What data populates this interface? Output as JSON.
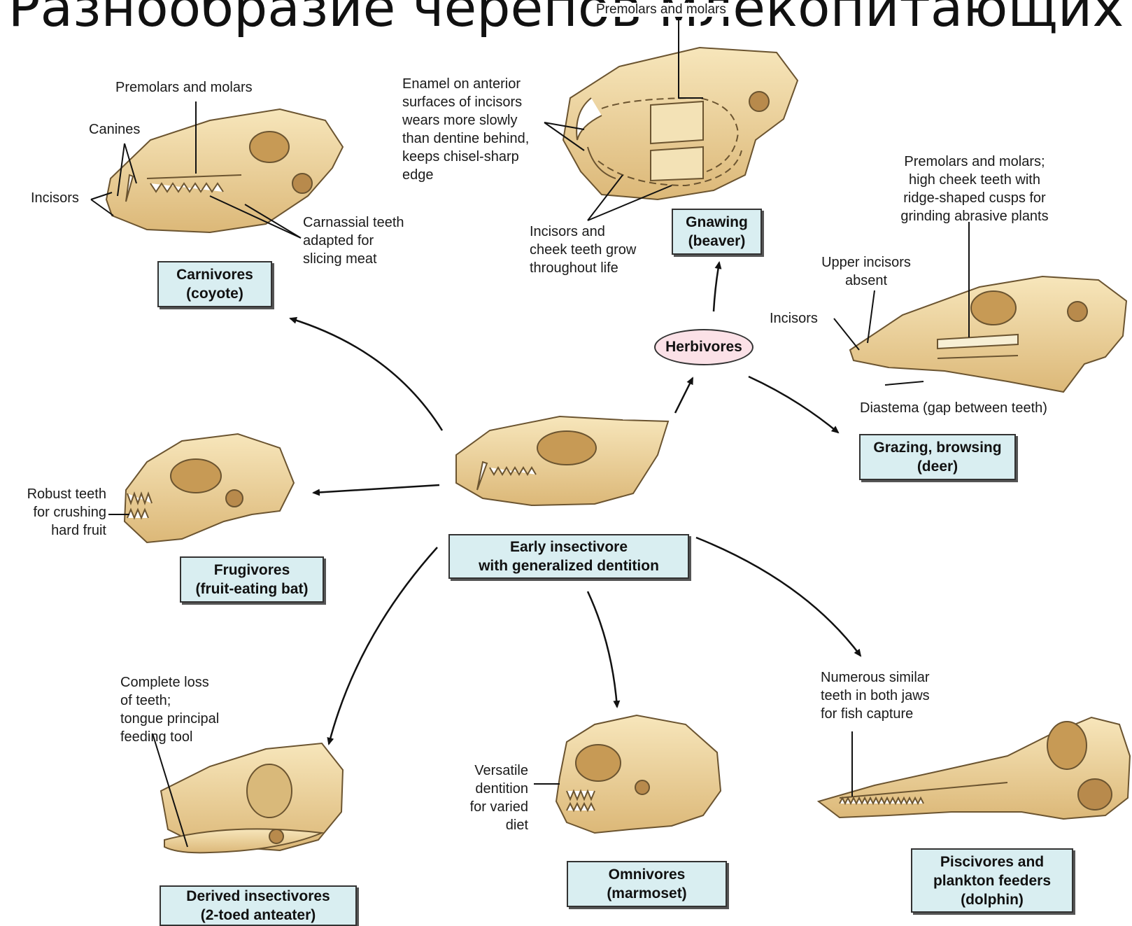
{
  "title": "Разнообразие черепов млекопитающих",
  "colors": {
    "box_fill": "#d9eef1",
    "oval_fill": "#fbe1e7",
    "bone": "#f0d9a4",
    "bone_shade": "#d8b371"
  },
  "nodes": {
    "center": "Early insectivore\nwith generalized dentition",
    "herbivores": "Herbivores",
    "carnivores": "Carnivores\n(coyote)",
    "gnawing": "Gnawing\n(beaver)",
    "grazing": "Grazing, browsing\n(deer)",
    "frugivores": "Frugivores\n(fruit-eating bat)",
    "derived_insectivores": "Derived insectivores\n(2-toed anteater)",
    "omnivores": "Omnivores\n(marmoset)",
    "piscivores": "Piscivores and\nplankton feeders\n(dolphin)"
  },
  "labels": {
    "coyote_premolars": "Premolars and molars",
    "coyote_canines": "Canines",
    "coyote_incisors": "Incisors",
    "coyote_carnassial": "Carnassial teeth\nadapted for\nslicing meat",
    "beaver_premolars": "Premolars and molars",
    "beaver_enamel": "Enamel on anterior\nsurfaces of incisors\nwears more slowly\nthan dentine behind,\nkeeps chisel-sharp\nedge",
    "beaver_grow": "Incisors and\ncheek teeth grow\nthroughout life",
    "deer_premolars": "Premolars and molars;\nhigh cheek teeth with\nridge-shaped cusps for\ngrinding abrasive plants",
    "deer_upper_incisors": "Upper incisors\nabsent",
    "deer_incisors": "Incisors",
    "deer_diastema": "Diastema (gap between teeth)",
    "bat_teeth": "Robust teeth\nfor crushing\nhard fruit",
    "anteater_teeth": "Complete loss\nof teeth;\ntongue principal\nfeeding tool",
    "marmoset_teeth": "Versatile\ndentition\nfor varied\ndiet",
    "dolphin_teeth": "Numerous similar\nteeth in both jaws\nfor fish capture"
  }
}
